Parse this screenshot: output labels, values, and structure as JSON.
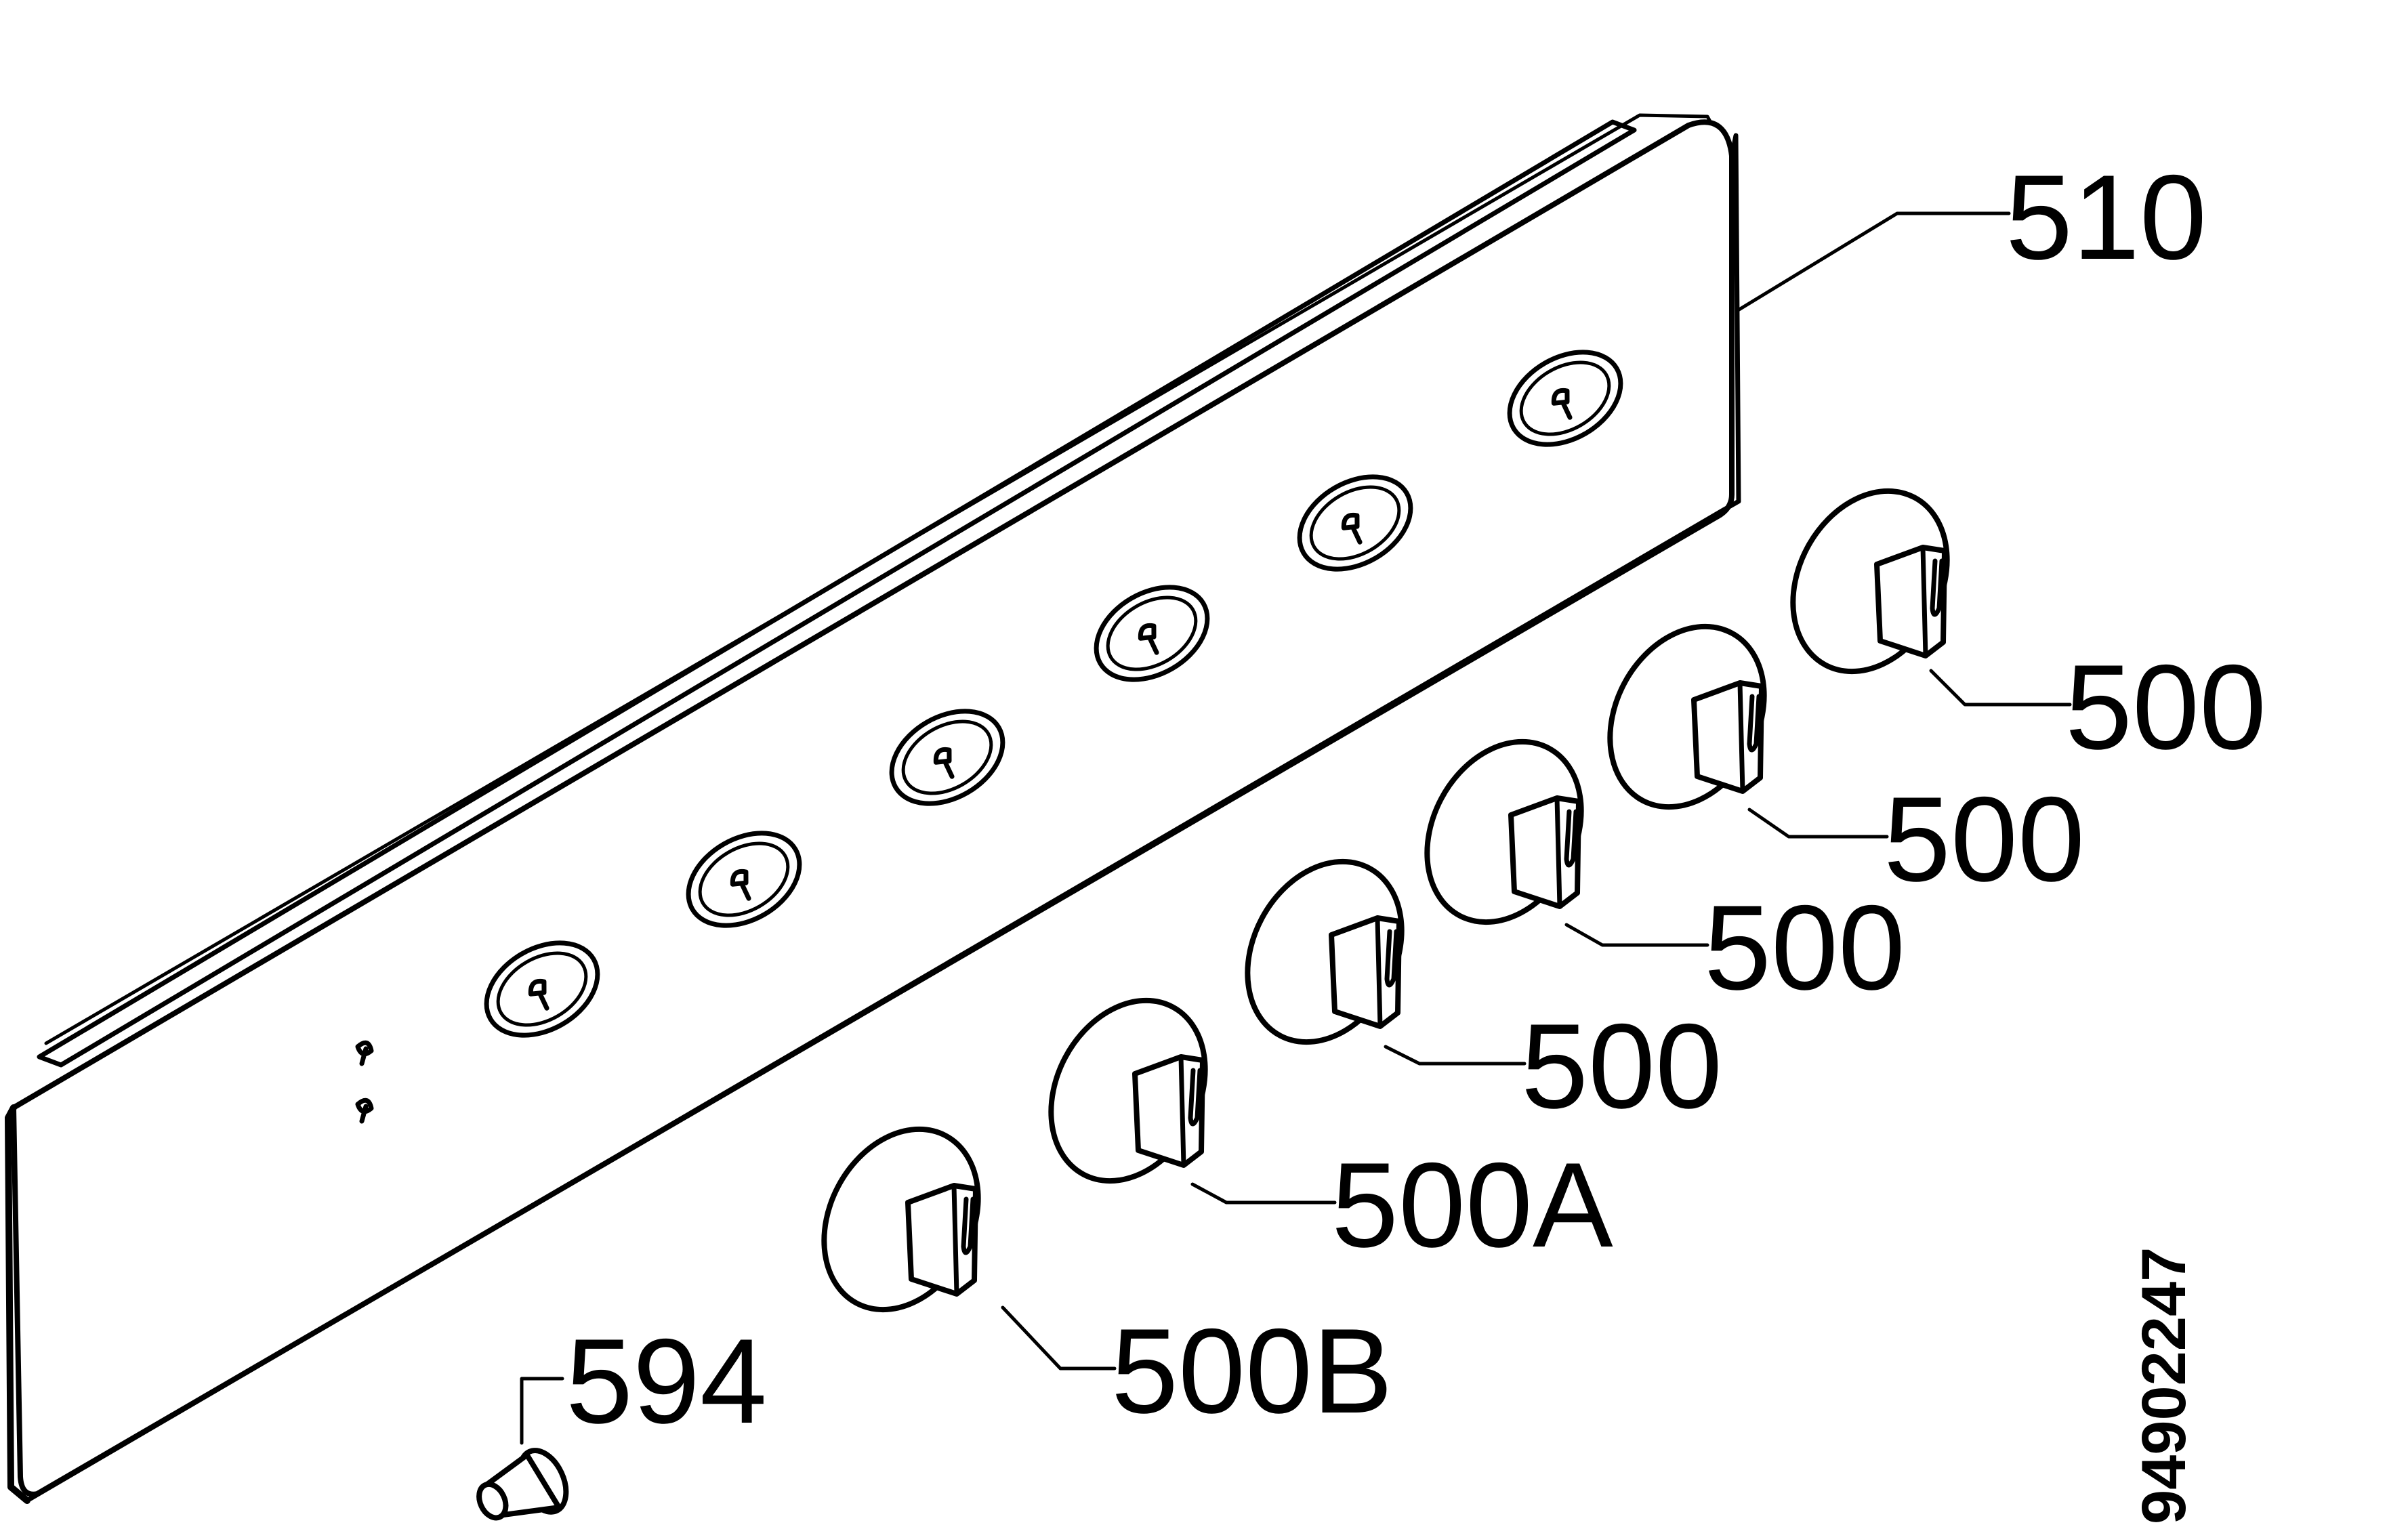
{
  "diagram": {
    "callouts": {
      "panel": "510",
      "knob_1": "500",
      "knob_2": "500",
      "knob_3": "500",
      "knob_4": "500",
      "knob_5": "500A",
      "knob_6": "500B",
      "screw": "594"
    },
    "drawing_code": "94902247"
  }
}
